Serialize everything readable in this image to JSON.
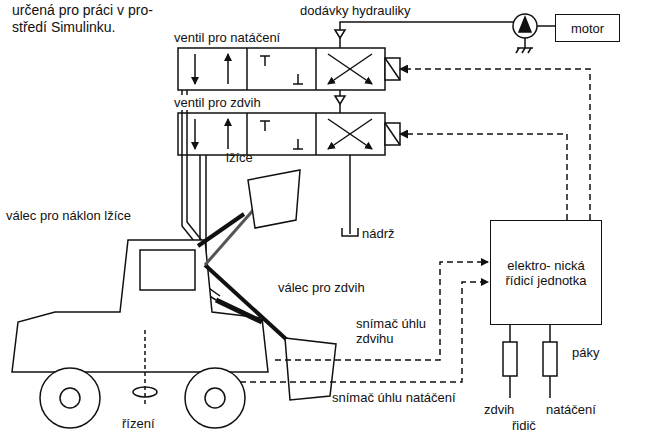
{
  "diagram": {
    "nodes": [
      {
        "text": [
          "motor"
        ]
      },
      {
        "text": [
          "ventil pro natáčení"
        ]
      },
      {
        "text": [
          "ventil pro zdvih"
        ]
      },
      {
        "text": [
          "elektro- nická řídicí jednotka"
        ]
      }
    ],
    "edges": [
      {
        "from": 3,
        "to": 1,
        "arrow": "to"
      },
      {
        "from": 3,
        "to": 2,
        "arrow": "to"
      }
    ],
    "labels": [
      "určená pro práci v pro- středí Simulinku.",
      "dodávky hydrauliky",
      "nádrž",
      "lžíce",
      "válec pro náklon lžíce",
      "válec pro zdvih",
      "snímač úhlu zdvihu",
      "snímač úhlu natáčení",
      "páky",
      "zdvih",
      "natáčení",
      "řidič",
      "řízení"
    ]
  }
}
